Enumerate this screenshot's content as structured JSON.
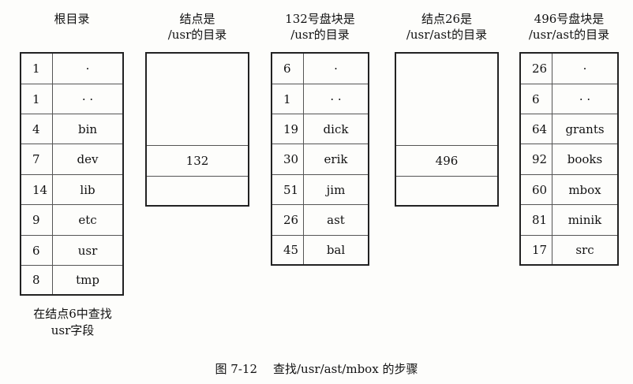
{
  "headings": {
    "root": [
      "根目录"
    ],
    "usr_node": [
      "结点是",
      "/usr的目录"
    ],
    "block132": [
      "132号盘块是",
      "/usr的目录"
    ],
    "ast_node": [
      "结点26是",
      "/usr/ast的目录"
    ],
    "block496": [
      "496号盘块是",
      "/usr/ast的目录"
    ]
  },
  "root_dir": [
    {
      "inode": "1",
      "name": "·"
    },
    {
      "inode": "1",
      "name": "· ·"
    },
    {
      "inode": "4",
      "name": "bin"
    },
    {
      "inode": "7",
      "name": "dev"
    },
    {
      "inode": "14",
      "name": "lib"
    },
    {
      "inode": "9",
      "name": "etc"
    },
    {
      "inode": "6",
      "name": "usr"
    },
    {
      "inode": "8",
      "name": "tmp"
    }
  ],
  "usr_inode_value": "132",
  "usr_dir": [
    {
      "inode": "6",
      "name": "·"
    },
    {
      "inode": "1",
      "name": "· ·"
    },
    {
      "inode": "19",
      "name": "dick"
    },
    {
      "inode": "30",
      "name": "erik"
    },
    {
      "inode": "51",
      "name": "jim"
    },
    {
      "inode": "26",
      "name": "ast"
    },
    {
      "inode": "45",
      "name": "bal"
    }
  ],
  "ast_inode_value": "496",
  "ast_dir": [
    {
      "inode": "26",
      "name": "·"
    },
    {
      "inode": "6",
      "name": "· ·"
    },
    {
      "inode": "64",
      "name": "grants"
    },
    {
      "inode": "92",
      "name": "books"
    },
    {
      "inode": "60",
      "name": "mbox"
    },
    {
      "inode": "81",
      "name": "minik"
    },
    {
      "inode": "17",
      "name": "src"
    }
  ],
  "note": [
    "在结点6中查找",
    "usr字段"
  ],
  "caption": {
    "id": "图 7-12",
    "text": "查找/usr/ast/mbox 的步骤"
  }
}
